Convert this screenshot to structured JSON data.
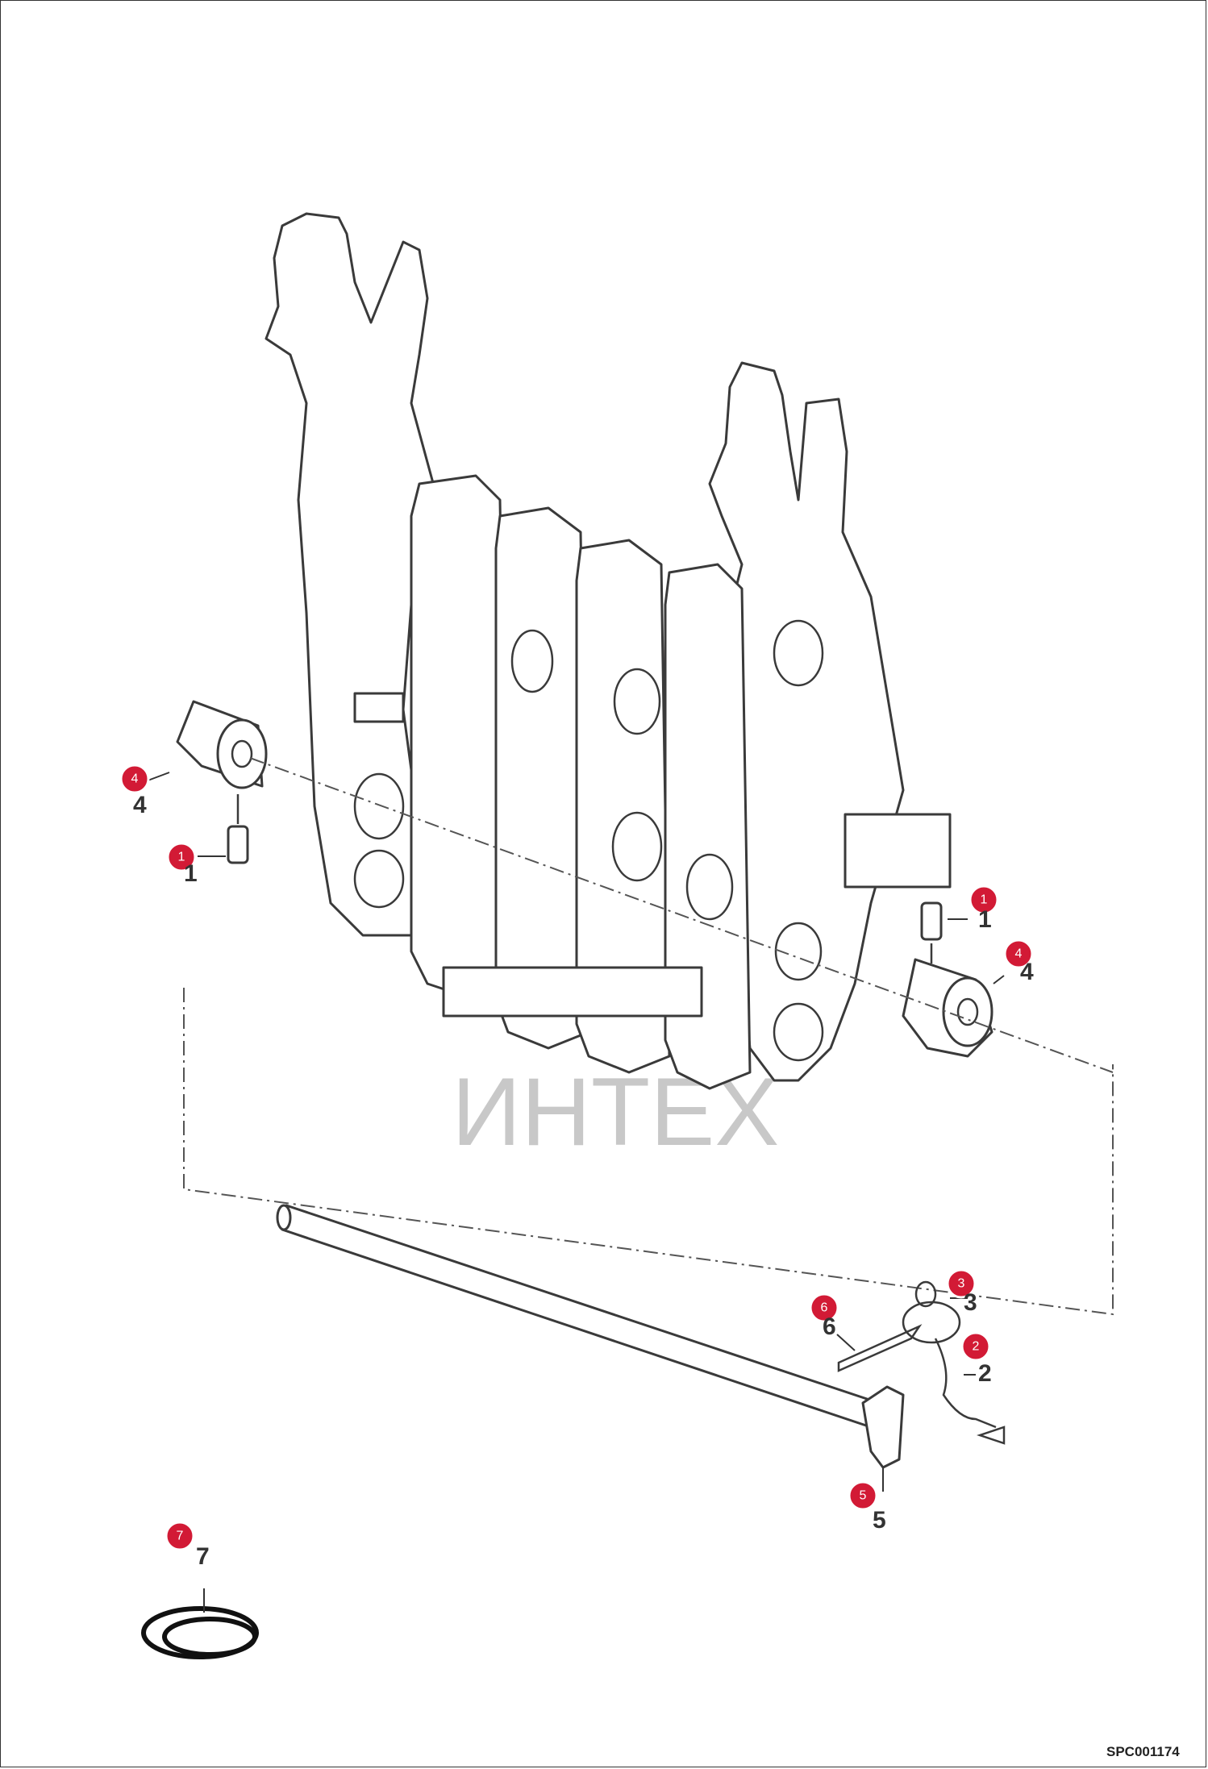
{
  "watermark": {
    "text": "ИНТЕХ"
  },
  "drawing_code": "SPC001174",
  "callouts": [
    {
      "id": "callout-1-left",
      "badge": "1",
      "label": "1"
    },
    {
      "id": "callout-1-right",
      "badge": "1",
      "label": "1"
    },
    {
      "id": "callout-2",
      "badge": "2",
      "label": "2"
    },
    {
      "id": "callout-3",
      "badge": "3",
      "label": "3"
    },
    {
      "id": "callout-4-left",
      "badge": "4",
      "label": "4"
    },
    {
      "id": "callout-4-right",
      "badge": "4",
      "label": "4"
    },
    {
      "id": "callout-5",
      "badge": "5",
      "label": "5"
    },
    {
      "id": "callout-6",
      "badge": "6",
      "label": "6"
    },
    {
      "id": "callout-7",
      "badge": "7",
      "label": "7"
    }
  ],
  "colors": {
    "badge": "#d21a35",
    "line": "#3a3a3a",
    "watermark": "#e8a0a0"
  }
}
